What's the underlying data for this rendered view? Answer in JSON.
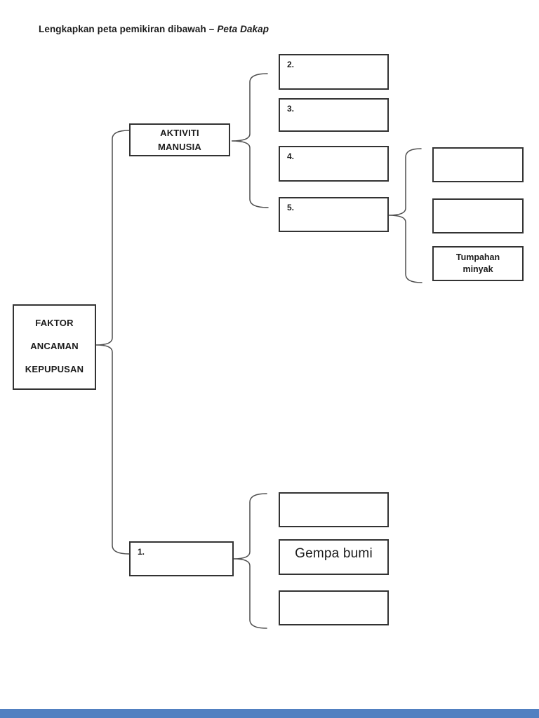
{
  "title": {
    "main": "Lengkapkan peta pemikiran dibawah –",
    "italic": "Peta Dakap"
  },
  "map": {
    "root_box": {
      "line1": "FAKTOR",
      "line2": "ANCAMAN",
      "line3": "KEPUPUSAN"
    },
    "human_branch": {
      "heading_line1": "AKTIVITI",
      "heading_line2": "MANUSIA",
      "item2_label": "2.",
      "item3_label": "3.",
      "item4_label": "4.",
      "item5_label": "5.",
      "item5_children": {
        "child1": "",
        "child2": "",
        "child3_line1": "Tumpahan",
        "child3_line2": "minyak"
      }
    },
    "natural_branch": {
      "heading_label": "1.",
      "child1": "",
      "child2": "Gempa bumi",
      "child3": ""
    }
  },
  "colors": {
    "footer_bar": "#5180c1",
    "brace_line": "#4f4f4f",
    "box_border": "#333333"
  }
}
